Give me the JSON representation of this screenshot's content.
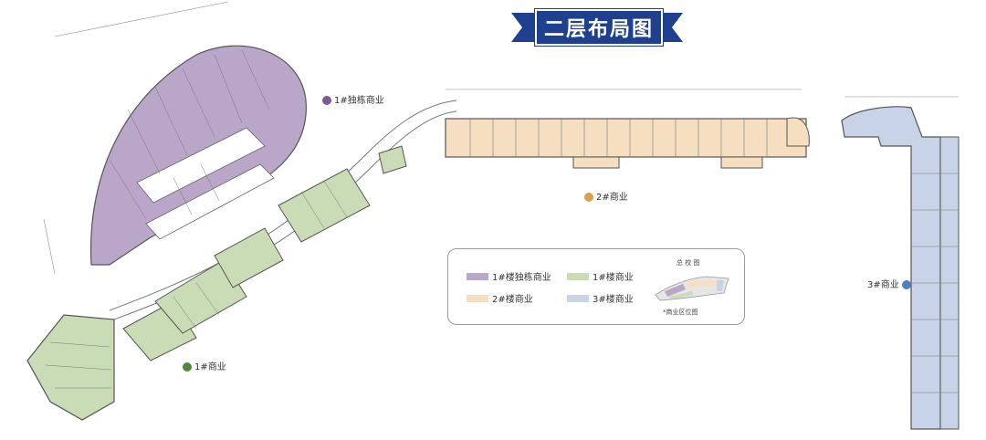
{
  "title": "二层布局图",
  "buildings": [
    {
      "id": "b1_duodong",
      "label": "1#独栋商业",
      "color": "#b9a6c9",
      "dot": "#7a5a9a"
    },
    {
      "id": "b2",
      "label": "2#商业",
      "color": "#f5dfc0",
      "dot": "#d8a04a"
    },
    {
      "id": "b1",
      "label": "1#商业",
      "color": "#c9dcb5",
      "dot": "#4e8a3a"
    },
    {
      "id": "b3",
      "label": "3#商业",
      "color": "#c8d3e8",
      "dot": "#4d7fc1"
    }
  ],
  "legend": {
    "items": [
      {
        "label": "1#楼独栋商业",
        "color": "#b9a6c9"
      },
      {
        "label": "1#楼商业",
        "color": "#c9dcb5"
      },
      {
        "label": "2#楼商业",
        "color": "#f5dfc0"
      },
      {
        "label": "3#楼商业",
        "color": "#c8d3e8"
      }
    ],
    "key_plan_title": "总 校 图",
    "key_plan_caption": "*商业区位图"
  },
  "colors": {
    "banner": "#1f3f8f",
    "outline": "#555555"
  }
}
